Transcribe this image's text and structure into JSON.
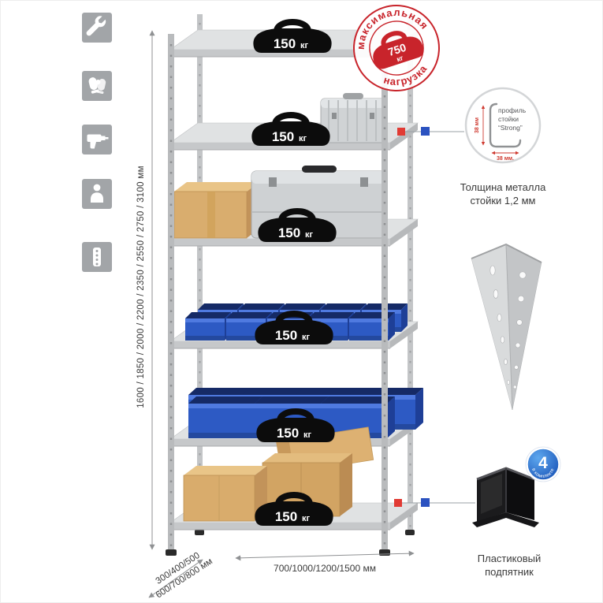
{
  "colors": {
    "accent_red": "#c8242b",
    "marker_red": "#e13b34",
    "marker_blue": "#2b52c0",
    "bin_blue": "#2d5ac4",
    "metal_gray": "#c6c8ca",
    "icon_tile_gray": "#a2a5a8"
  },
  "icons": {
    "left_column": [
      "wrench",
      "work-gloves",
      "drill",
      "assembly-person",
      "perforated-profile"
    ]
  },
  "dims": {
    "height": "1600 / 1850 / 2000 / 2200 / 2350 / 2550 / 2750 / 3100 мм",
    "depth1": "300/400/500",
    "depth2": "600/700/800 мм",
    "width": "700/1000/1200/1500 мм"
  },
  "weights": {
    "value": "150",
    "unit": "кг"
  },
  "stamp": {
    "arc_top": "максимальная",
    "arc_bottom": "нагрузка",
    "value": "750",
    "unit": "кг"
  },
  "profile": {
    "line1": "профиль",
    "line2": "стойки",
    "line3": "“Strong”",
    "dim_v": "38 мм",
    "dim_h": "38 мм.",
    "caption1": "Толщина металла",
    "caption2": "стойки 1,2 мм"
  },
  "foot": {
    "badge_value": "4",
    "badge_text": "в комплекте",
    "caption1": "Пластиковый",
    "caption2": "подпятник"
  }
}
